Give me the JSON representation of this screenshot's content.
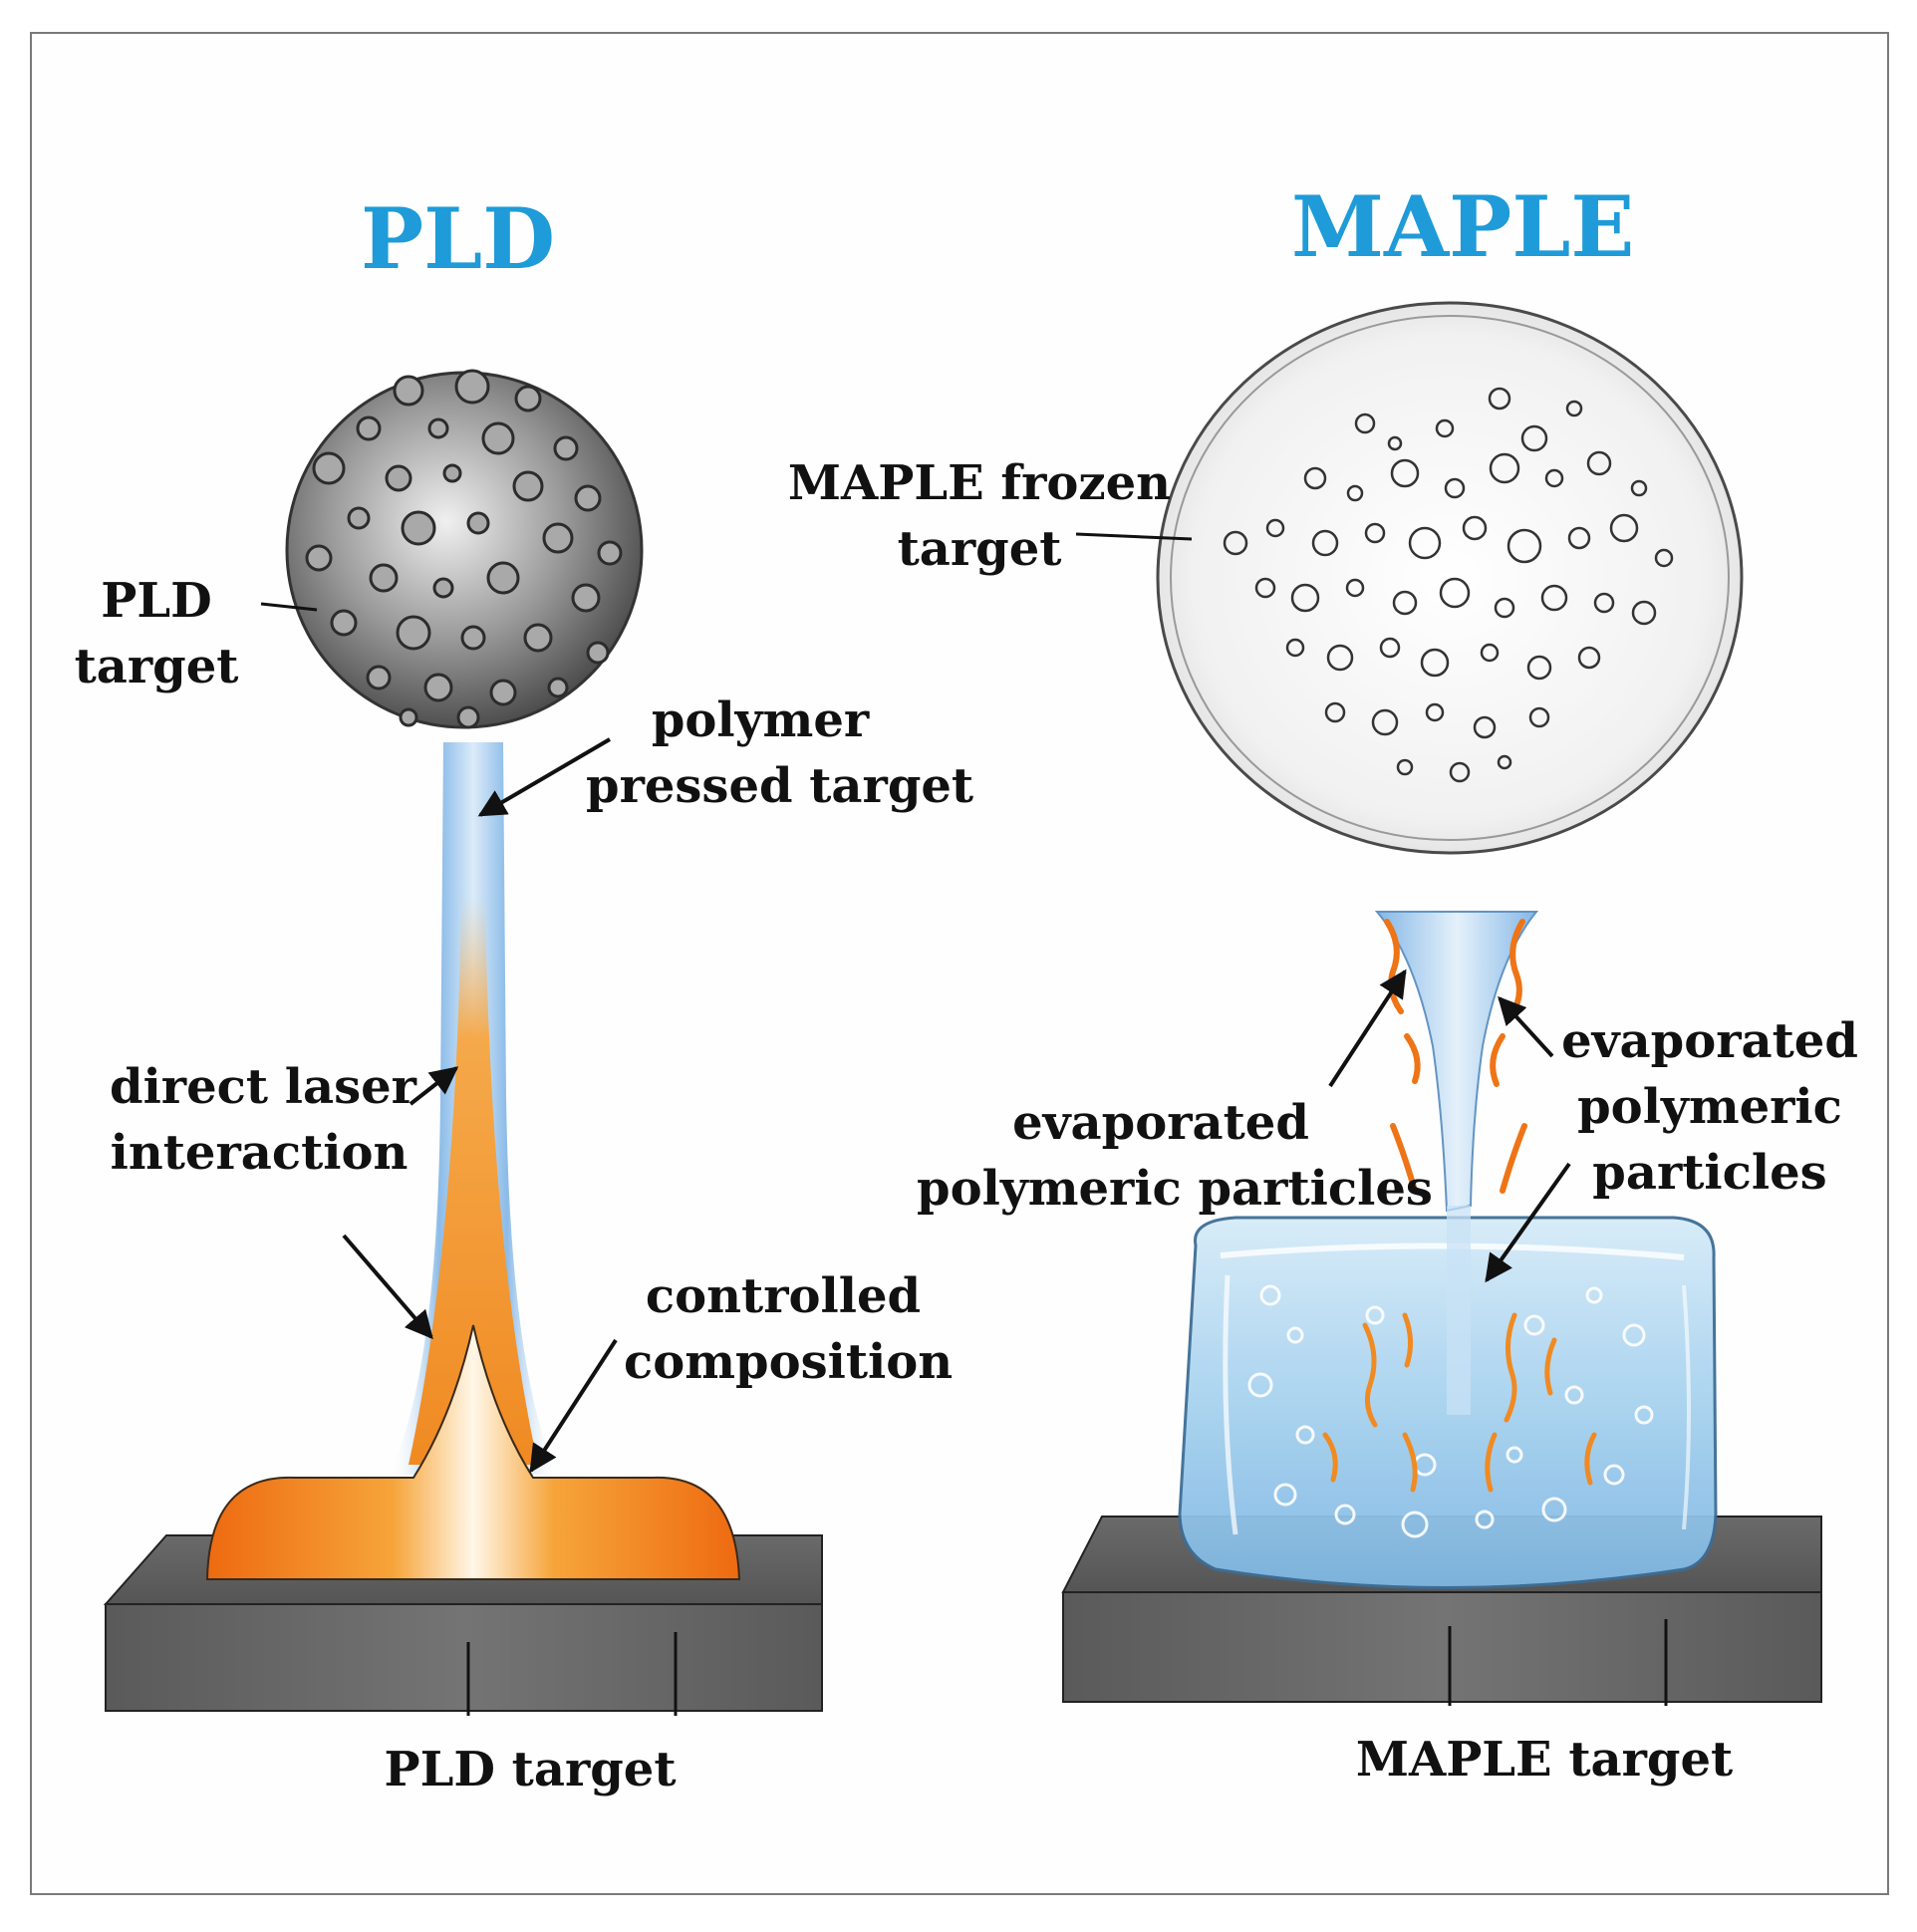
{
  "colors": {
    "title": "#1e9bd8",
    "text": "#111111",
    "plume_orange": "#f07a14",
    "plume_blue": "#7fb4e6",
    "base_gray": "#5f5f5f",
    "ice_blue": "#a9d3ef",
    "frozen_disc": "#f4f4f4"
  },
  "pld": {
    "title": "PLD",
    "target_label": [
      "PLD",
      "target"
    ],
    "pressed_label": [
      "polymer",
      "pressed target"
    ],
    "laser_label": [
      "direct laser",
      "interaction"
    ],
    "composition_label": [
      "controlled",
      "composition"
    ],
    "base_label": "PLD target"
  },
  "maple": {
    "title": "MAPLE",
    "frozen_label": [
      "MAPLE frozen",
      "target"
    ],
    "particles_left_label": [
      "evaporated",
      "polymeric particles"
    ],
    "particles_right_label": [
      "evaporated",
      "polymeric",
      "particles"
    ],
    "base_label": "MAPLE target"
  }
}
